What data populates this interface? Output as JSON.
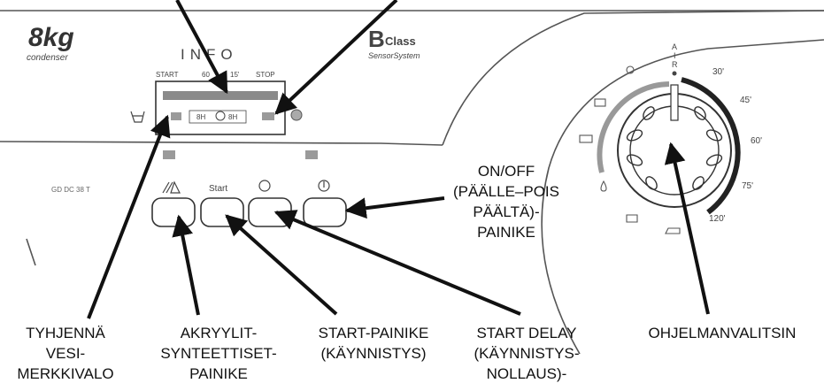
{
  "panel": {
    "capacity": "8kg",
    "subtitle": "condenser",
    "info": "INFO",
    "brand": "B",
    "brand_class": "Class",
    "sensor": "SensorSystem",
    "model_code": "GD DC 38 T",
    "display": {
      "start": "START",
      "sixty": "60",
      "fifteen": "15'",
      "stop": "STOP",
      "time_left": "8H",
      "time_right": "8H"
    },
    "buttons": {
      "start": "Start"
    },
    "dial": {
      "air": [
        "A",
        "I",
        "R"
      ],
      "times": [
        "30'",
        "45'",
        "60'",
        "75'",
        "120'"
      ]
    }
  },
  "callouts": {
    "onoff": [
      "ON/OFF",
      "(PÄÄLLE–POIS",
      "PÄÄLTÄ)-",
      "PAINIKE"
    ],
    "tyhjenna": [
      "TYHJENNÄ",
      "VESI-",
      "MERKKIVALO"
    ],
    "akryyli": [
      "AKRYYLIT-",
      "SYNTEETTISET-",
      "PAINIKE"
    ],
    "start": [
      "START-PAINIKE",
      "(KÄYNNISTYS)"
    ],
    "delay": [
      "START DELAY",
      "(KÄYNNISTYS-",
      "NOLLAUS)-"
    ],
    "ohjelma": [
      "OHJELMANVALITSIN"
    ]
  },
  "colors": {
    "ink": "#111111",
    "panel_line": "#555555",
    "display_bar": "#8a8a8a",
    "led": "#9a9a9a"
  }
}
